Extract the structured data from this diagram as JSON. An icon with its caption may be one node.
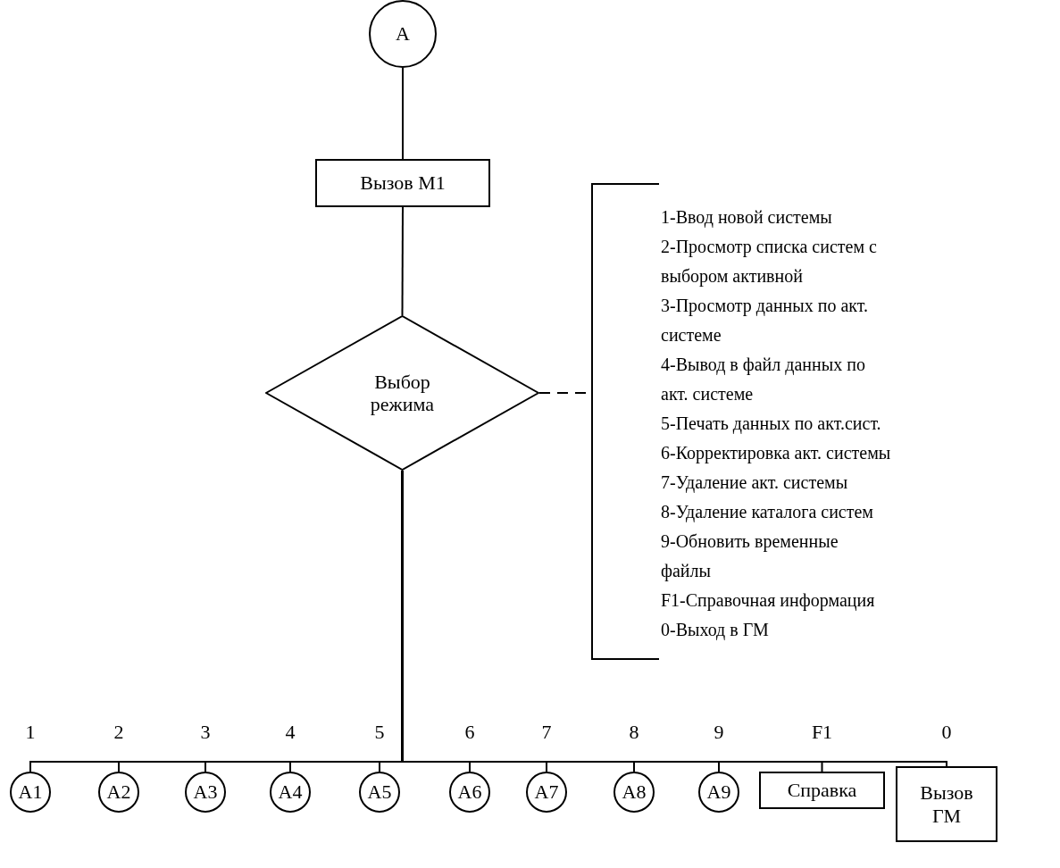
{
  "diagram": {
    "nodes": [
      {
        "text": [
          "A"
        ]
      },
      {
        "text": [
          "Вызов М1"
        ]
      },
      {
        "text": [
          "Выбор режима"
        ]
      },
      {
        "text": [
          "1-Ввод новой системы",
          "2-Просмотр списка систем с выбором активной",
          "3-Просмотр данных по акт. системе",
          "4-Вывод в файл данных по акт. системе",
          "5-Печать данных по акт.сист.",
          "6-Корректировка акт. системы",
          "7-Удаление акт. системы",
          "8-Удаление каталога систем",
          "9-Обновить временные файлы",
          "F1-Справочная информация",
          "0-Выход в ГМ"
        ]
      },
      {
        "text": [
          "A1"
        ]
      },
      {
        "text": [
          "A2"
        ]
      },
      {
        "text": [
          "A3"
        ]
      },
      {
        "text": [
          "A4"
        ]
      },
      {
        "text": [
          "A5"
        ]
      },
      {
        "text": [
          "A6"
        ]
      },
      {
        "text": [
          "A7"
        ]
      },
      {
        "text": [
          "A8"
        ]
      },
      {
        "text": [
          "A9"
        ]
      },
      {
        "text": [
          "Справка"
        ]
      },
      {
        "text": [
          "Вызов ГМ"
        ]
      }
    ],
    "edges": [
      {
        "from": 0,
        "to": 1,
        "arrow": "none"
      },
      {
        "from": 1,
        "to": 2,
        "arrow": "none"
      },
      {
        "from": 2,
        "to": 3,
        "arrow": "none",
        "style": "dashed"
      },
      {
        "from": 2,
        "to": 4,
        "arrow": "none",
        "label": "1"
      },
      {
        "from": 2,
        "to": 5,
        "arrow": "none",
        "label": "2"
      },
      {
        "from": 2,
        "to": 6,
        "arrow": "none",
        "label": "3"
      },
      {
        "from": 2,
        "to": 7,
        "arrow": "none",
        "label": "4"
      },
      {
        "from": 2,
        "to": 8,
        "arrow": "none",
        "label": "5"
      },
      {
        "from": 2,
        "to": 9,
        "arrow": "none",
        "label": "6"
      },
      {
        "from": 2,
        "to": 10,
        "arrow": "none",
        "label": "7"
      },
      {
        "from": 2,
        "to": 11,
        "arrow": "none",
        "label": "8"
      },
      {
        "from": 2,
        "to": 12,
        "arrow": "none",
        "label": "9"
      },
      {
        "from": 2,
        "to": 13,
        "arrow": "none",
        "label": "F1"
      },
      {
        "from": 2,
        "to": 14,
        "arrow": "none",
        "label": "0"
      }
    ]
  }
}
